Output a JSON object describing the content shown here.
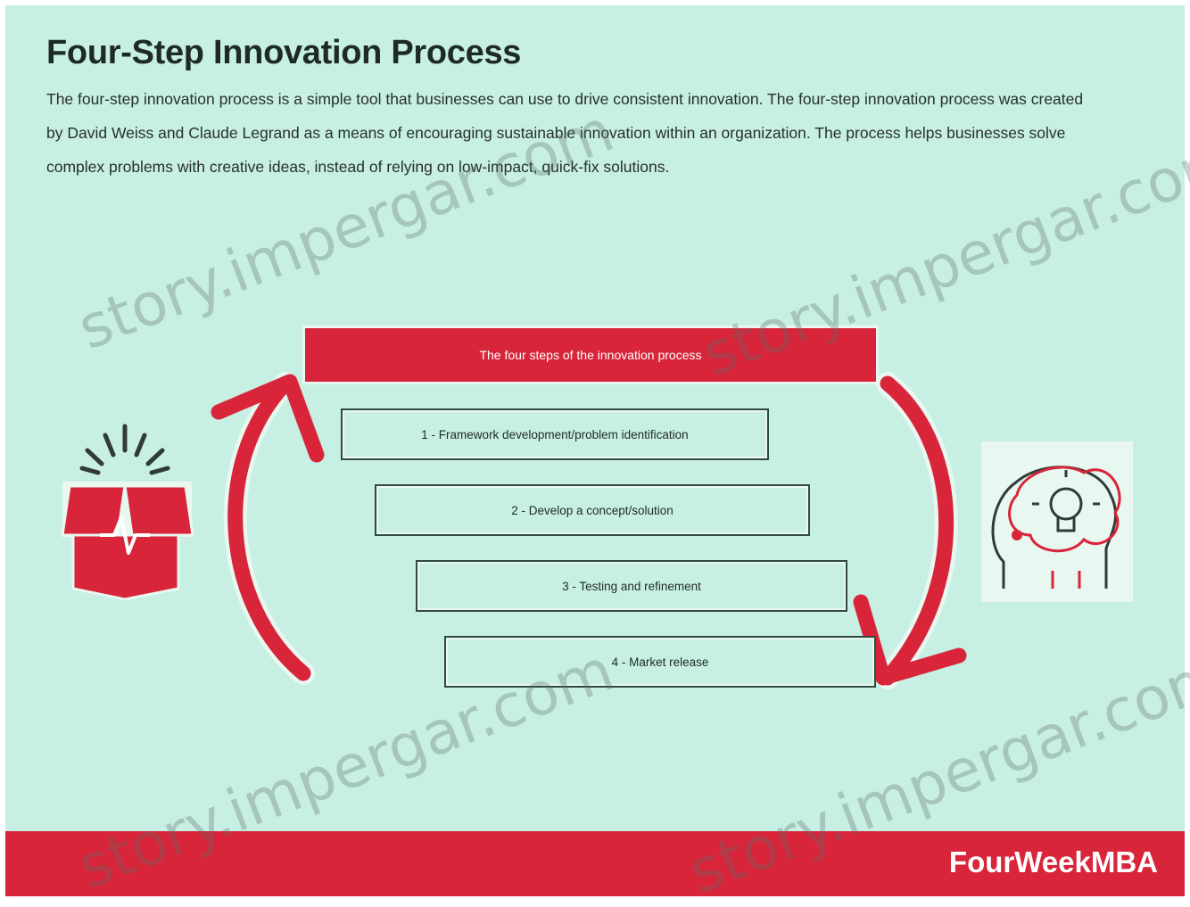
{
  "title": "Four-Step Innovation Process",
  "intro": "The four-step innovation process is a simple tool that businesses can use to drive consistent innovation. The four-step innovation process was created by David Weiss and Claude Legrand as a means of encouraging sustainable innovation within an organization. The process helps businesses solve complex problems with creative ideas, instead of relying on low-impact, quick-fix solutions.",
  "diagram": {
    "header": "The four steps of the innovation process",
    "steps": [
      "1 - Framework development/problem identification",
      "2 - Develop a concept/solution",
      "3 - Testing and refinement",
      "4 - Market release"
    ]
  },
  "icons": {
    "left": "open-box-icon",
    "right": "head-lightbulb-icon"
  },
  "colors": {
    "background": "#c8efe3",
    "accent": "#d8253a"
  },
  "footer": {
    "brand": "FourWeekMBA"
  },
  "watermarks": [
    "story.impergar.com",
    "story.impergar.com",
    "story.impergar.com",
    "story.impergar.com"
  ]
}
